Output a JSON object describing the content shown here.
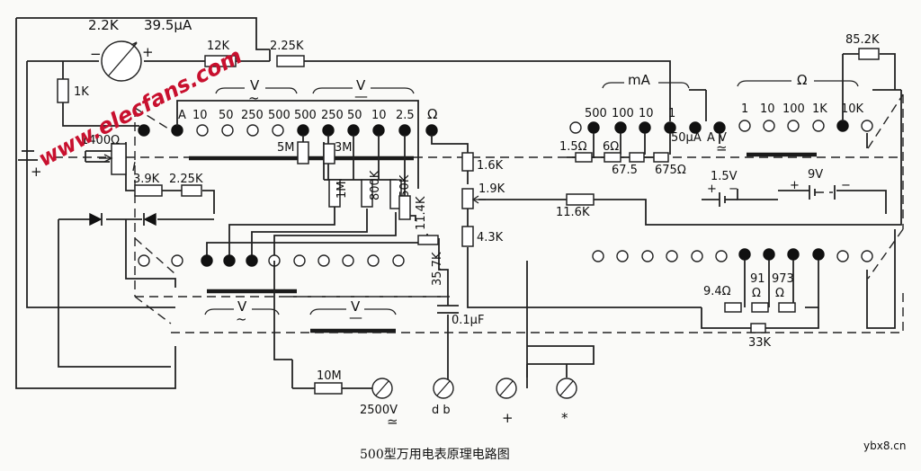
{
  "caption": "500型万用电表原理电路图",
  "watermark_left": "www.elecfans.com",
  "watermark_right": "ybx8.cn",
  "meter": {
    "resistance": "2.2K",
    "current": "39.5μA",
    "minus": "−",
    "plus": "+"
  },
  "resistors": {
    "r12k": "12K",
    "r2_25k_top": "2.25K",
    "r1k": "1K",
    "r1400": "1400Ω",
    "r3_9k": "3.9K",
    "r2_25k": "2.25K",
    "r5m": "5M",
    "r3m": "3M",
    "r1m": "1M",
    "r800k": "800K",
    "r150k": "150K",
    "r11_4k": "11.4K",
    "r35_7k": "35.7K",
    "r1_6k": "1.6K",
    "r1_9k": "1.9K",
    "r4_3k": "4.3K",
    "r11_6k": "11.6K",
    "r1_5": "1.5Ω",
    "r6": "6Ω",
    "r67_5": "67.5",
    "r675": "675Ω",
    "r85_2k": "85.2K",
    "r9_4": "9.4Ω",
    "r91": "91",
    "r91u": "Ω",
    "r973": "973",
    "r973u": "Ω",
    "r33k": "33K",
    "r10m": "10M"
  },
  "capacitor": "0.1μF",
  "batteries": {
    "b1": "1.5V",
    "b2": "9V"
  },
  "switch_upper": {
    "group_ac": "V",
    "group_ac_sym": "~",
    "group_dc": "V",
    "group_dc_sym": "—",
    "group_ma": "mA",
    "group_ohm": "Ω",
    "positions": [
      "A",
      "10",
      "50",
      "250",
      "500",
      "500",
      "250",
      "50",
      "10",
      "2.5",
      "Ω"
    ],
    "ma_positions": [
      "500",
      "100",
      "10",
      "1"
    ],
    "ua_label": "50μA",
    "va_label": "A V",
    "va_sym": "≃",
    "ohm_positions": [
      "1",
      "10",
      "100",
      "1K",
      "10K"
    ]
  },
  "lower_labels": {
    "ac": "V",
    "ac_sym": "~",
    "dc": "V",
    "dc_sym": "—"
  },
  "terminals": [
    {
      "label": "2500V",
      "sub": "≃"
    },
    {
      "label": "d b"
    },
    {
      "label": "+"
    },
    {
      "label": "*"
    }
  ]
}
